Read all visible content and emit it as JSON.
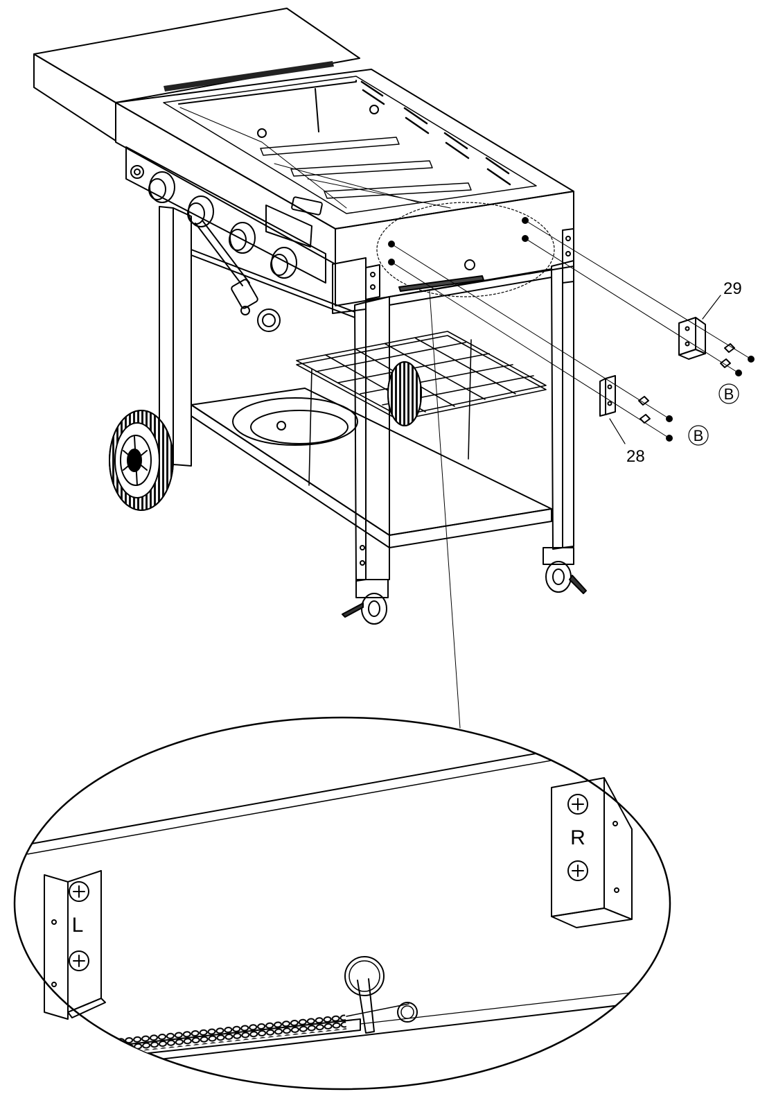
{
  "diagram": {
    "parts": [
      {
        "number": "29",
        "side_letter": "R"
      },
      {
        "number": "28",
        "side_letter": "L"
      }
    ],
    "hardware": [
      {
        "label": "B"
      },
      {
        "label": "B"
      }
    ]
  }
}
